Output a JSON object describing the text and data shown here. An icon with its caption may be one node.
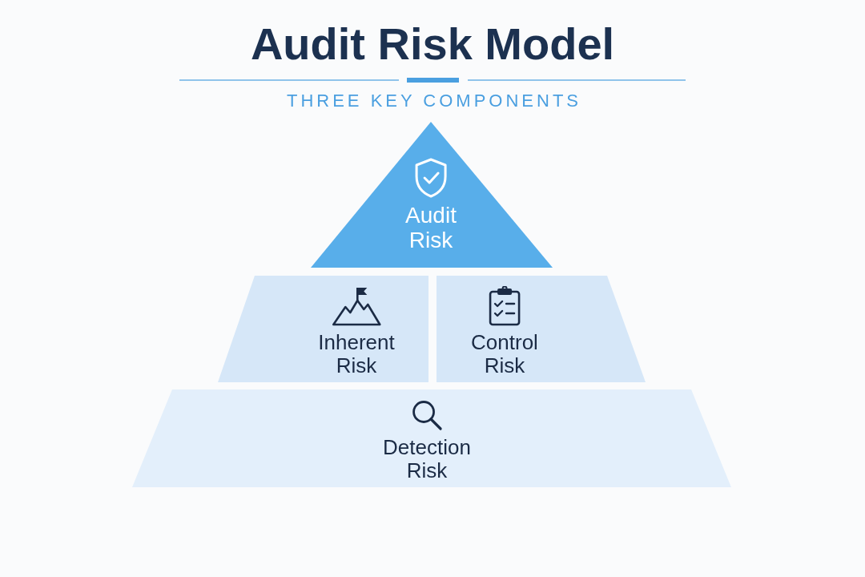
{
  "diagram": {
    "title": "Audit Risk Model",
    "nodes": [
      {
        "text": [
          "Audit Risk"
        ]
      },
      {
        "text": [
          "Inherent Risk"
        ]
      },
      {
        "text": [
          "Control Risk"
        ]
      },
      {
        "text": [
          "Detection Risk"
        ]
      }
    ],
    "labels": [
      "THREE KEY COMPONENTS"
    ]
  }
}
